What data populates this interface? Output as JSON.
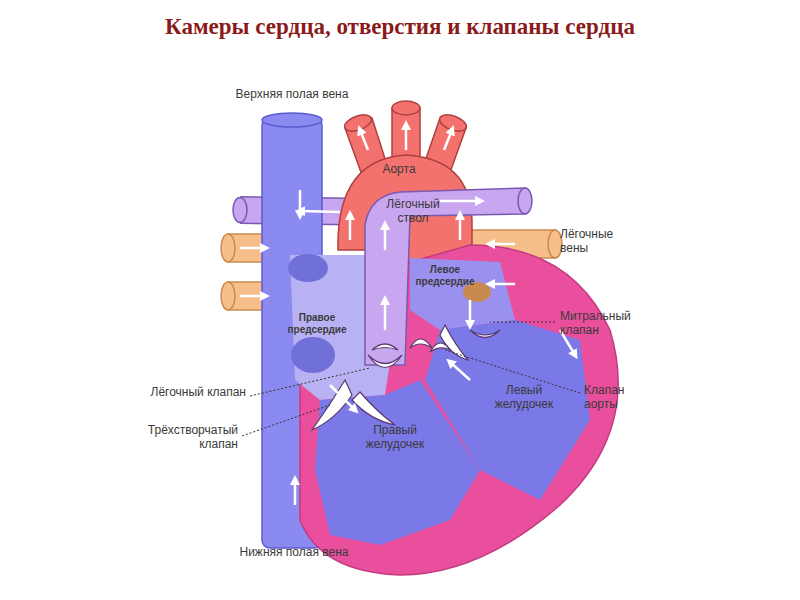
{
  "diagram": {
    "title": "Камеры сердца, отверстия и клапаны сердца",
    "labels": [
      "Верхняя полая вена",
      "Аорта",
      "Лёгочный ствол",
      "Лёгочные вены",
      "Левое предсердие",
      "Митральный клапан",
      "Правое предсердие",
      "Лёгочный клапан",
      "Трёхстворчатый клапан",
      "Левый желудочек",
      "Клапан аорты",
      "Правый желудочек",
      "Нижняя полая вена"
    ]
  }
}
